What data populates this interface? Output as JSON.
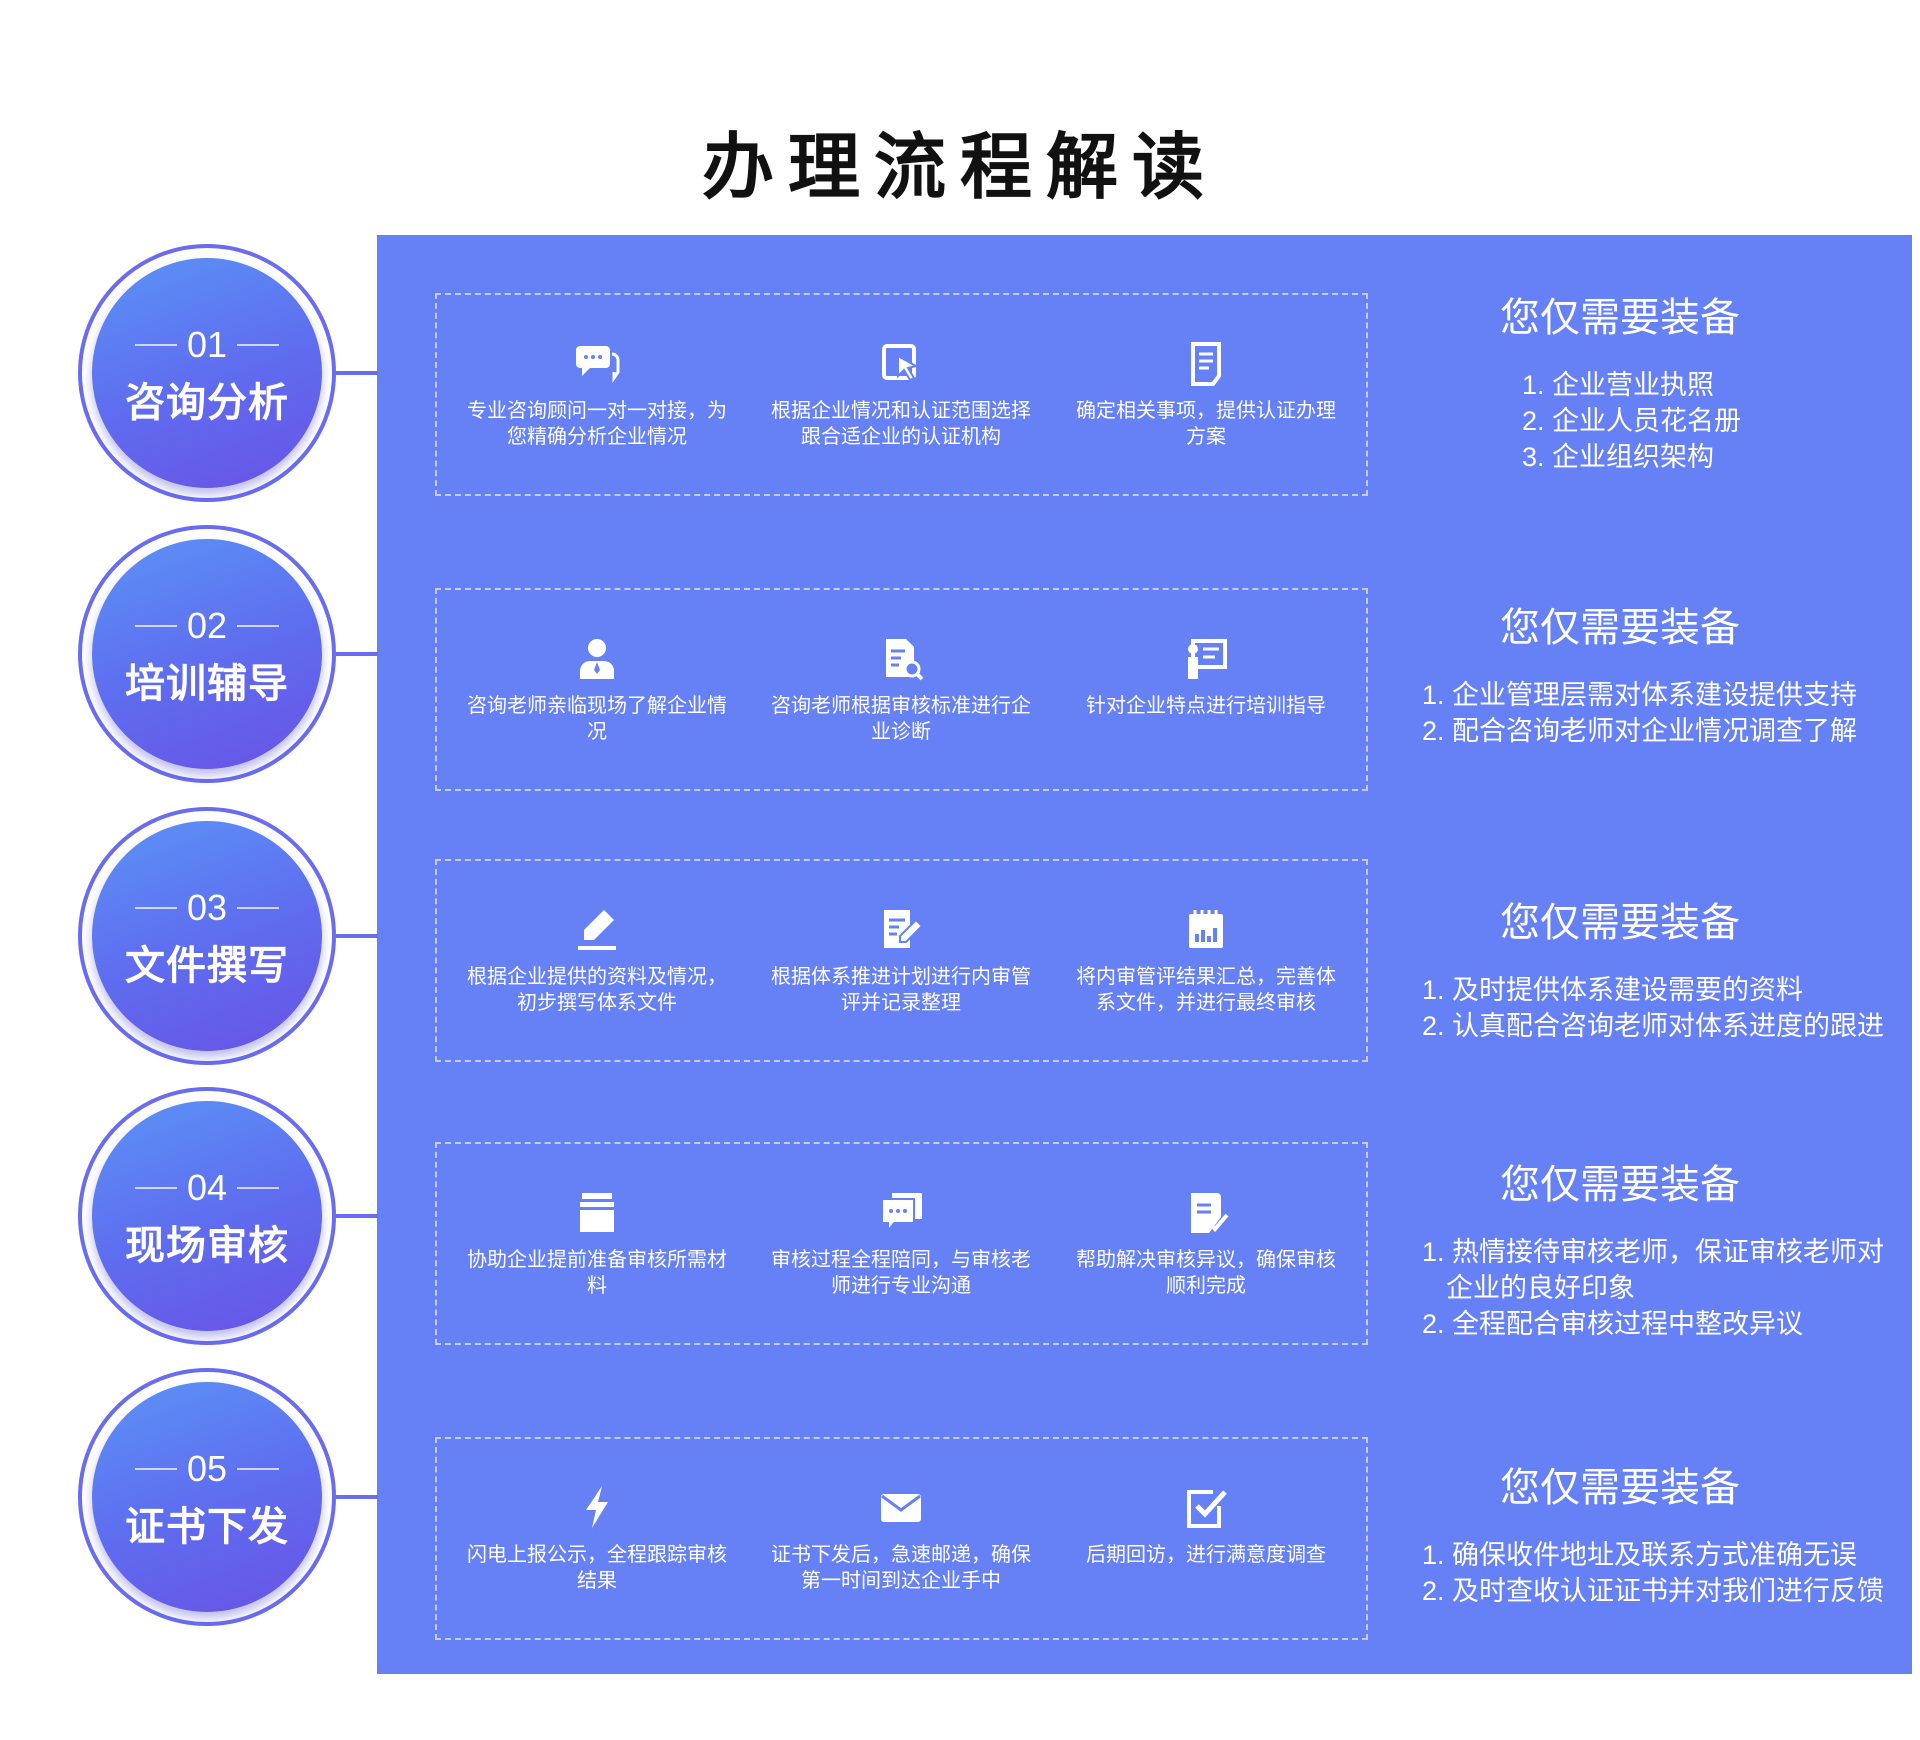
{
  "title": "办理流程解读",
  "colors": {
    "panel": "#6680f6",
    "circle_start": "#5b93f6",
    "circle_end": "#6a52e6"
  },
  "steps": [
    {
      "num": "01",
      "name": "咨询分析",
      "items": [
        {
          "icon": "chat-bubbles-icon",
          "text": "专业咨询顾问一对一对接，为您精确分析企业情况"
        },
        {
          "icon": "cursor-click-icon",
          "text": "根据企业情况和认证范围选择跟合适企业的认证机构"
        },
        {
          "icon": "document-icon",
          "text": "确定相关事项，提供认证办理方案"
        }
      ],
      "prep_title": "您仅需要装备",
      "prep": [
        "1. 企业营业执照",
        "2. 企业人员花名册",
        "3. 企业组织架构"
      ]
    },
    {
      "num": "02",
      "name": "培训辅导",
      "items": [
        {
          "icon": "person-icon",
          "text": "咨询老师亲临现场了解企业情况"
        },
        {
          "icon": "document-search-icon",
          "text": "咨询老师根据审核标准进行企业诊断"
        },
        {
          "icon": "training-board-icon",
          "text": "针对企业特点进行培训指导"
        }
      ],
      "prep_title": "您仅需要装备",
      "prep": [
        "1. 企业管理层需对体系建设提供支持",
        "2. 配合咨询老师对企业情况调查了解"
      ]
    },
    {
      "num": "03",
      "name": "文件撰写",
      "items": [
        {
          "icon": "pencil-icon",
          "text": "根据企业提供的资料及情况，初步撰写体系文件"
        },
        {
          "icon": "edit-document-icon",
          "text": "根据体系推进计划进行内审管评并记录整理"
        },
        {
          "icon": "report-chart-icon",
          "text": "将内审管评结果汇总，完善体系文件，并进行最终审核"
        }
      ],
      "prep_title": "您仅需要装备",
      "prep": [
        "1. 及时提供体系建设需要的资料",
        "2. 认真配合咨询老师对体系进度的跟进"
      ]
    },
    {
      "num": "04",
      "name": "现场审核",
      "items": [
        {
          "icon": "box-materials-icon",
          "text": "协助企业提前准备审核所需材料"
        },
        {
          "icon": "conversation-icon",
          "text": "审核过程全程陪同，与审核老师进行专业沟通"
        },
        {
          "icon": "document-check-icon",
          "text": "帮助解决审核异议，确保审核顺利完成"
        }
      ],
      "prep_title": "您仅需要装备",
      "prep": [
        "1. 热情接待审核老师，保证审核老师对企业的良好印象",
        "2. 全程配合审核过程中整改异议"
      ]
    },
    {
      "num": "05",
      "name": "证书下发",
      "items": [
        {
          "icon": "lightning-icon",
          "text": "闪电上报公示，全程跟踪审核结果"
        },
        {
          "icon": "envelope-icon",
          "text": "证书下发后，急速邮递，确保第一时间到达企业手中"
        },
        {
          "icon": "checkbox-icon",
          "text": "后期回访，进行满意度调查"
        }
      ],
      "prep_title": "您仅需要装备",
      "prep": [
        "1. 确保收件地址及联系方式准确无误",
        "2. 及时查收认证证书并对我们进行反馈"
      ]
    }
  ]
}
